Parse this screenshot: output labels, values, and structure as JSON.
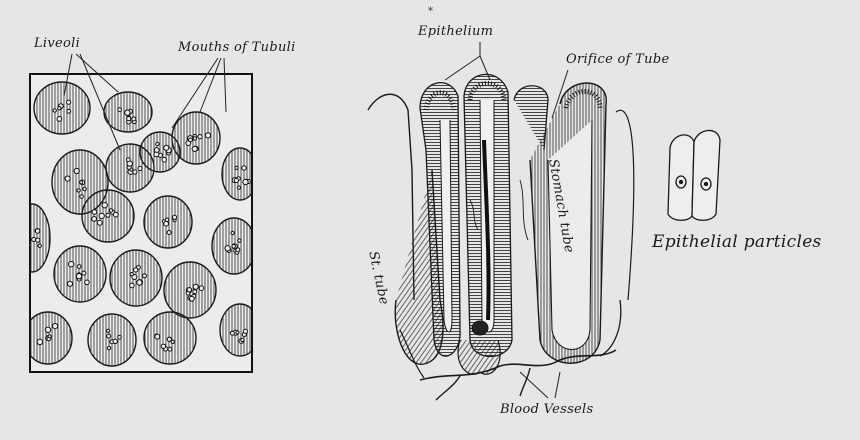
{
  "labels": {
    "alveoli": "Liveoli",
    "mouths_of_tubuli": "Mouths of Tubuli",
    "epithelium": "Epithelium",
    "orifice_of_tube": "Orifice of Tube",
    "st_tube": "St. tube",
    "stomach_tube": "Stomach tube",
    "blood_vessels": "Blood Vessels",
    "epithelial_particles": "Epithelial particles"
  },
  "colors": {
    "background": "#e6e6e6",
    "ink": "#1a1a1a"
  }
}
